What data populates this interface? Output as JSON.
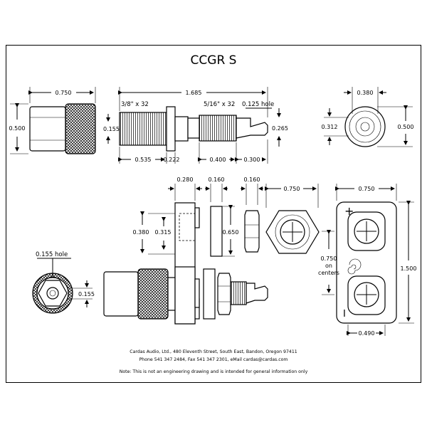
{
  "title": "CCGR S",
  "dimensions": {
    "d_0750_top": "0.750",
    "d_0500_left": "0.500",
    "d_1685": "1.685",
    "thread_3_8": "3/8\" x 32",
    "thread_5_16": "5/16\" x 32",
    "hole_0125": "0.125 hole",
    "d_0155_a": "0.155",
    "d_0265": "0.265",
    "d_0535": "0.535",
    "d_0222": "0.222",
    "d_0400": "0.400",
    "d_0300": "0.300",
    "d_0380_top": "0.380",
    "d_0312": "0.312",
    "d_0500_right": "0.500",
    "d_0280": "0.280",
    "d_0160_a": "0.160",
    "d_0160_b": "0.160",
    "d_0750_mid": "0.750",
    "d_0750_right": "0.750",
    "d_0380_mid": "0.380",
    "d_0315": "0.315",
    "d_0650": "0.650",
    "d_0750_on": "0.750",
    "on_text": "on",
    "centers_text": "centers",
    "d_1500": "1.500",
    "hole_0155": "0.155 hole",
    "d_0155_b": "0.155",
    "d_0490": "0.490",
    "plus_sign": "+",
    "minus_sign": "I"
  },
  "footer": {
    "line1": "Cardas Audio, Ltd., 480 Eleventh Street, South East, Bandon, Oregon 97411",
    "line2": "Phone 541 347 2484, Fax 541 347 2301, eMail cardas@cardas.com",
    "note": "Note: This is not an engineering drawing and is intended for general information only"
  }
}
